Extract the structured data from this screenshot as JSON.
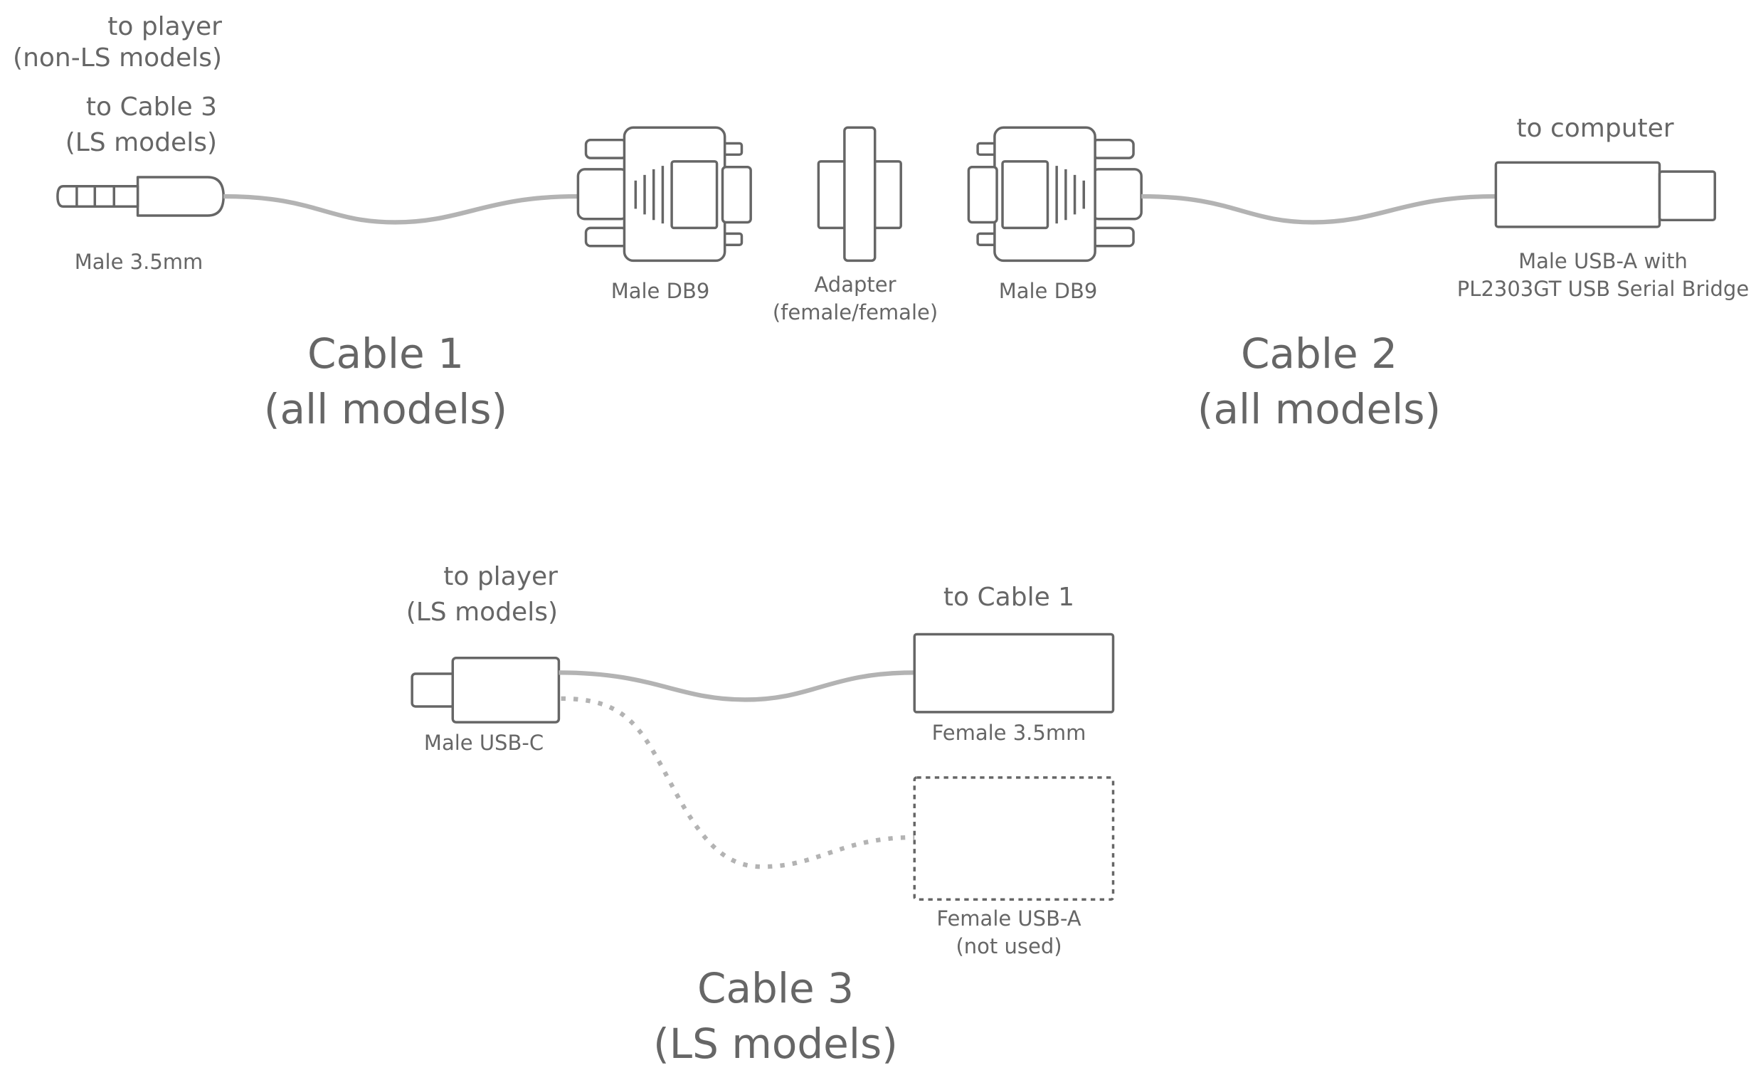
{
  "cable1": {
    "player_hint_line1": "to player",
    "player_hint_line2": "(non-LS models)",
    "cable3_hint_line1": "to Cable 3",
    "cable3_hint_line2": "(LS models)",
    "jack_label": "Male 3.5mm",
    "db9_label": "Male DB9",
    "title_line1": "Cable 1",
    "title_line2": "(all models)"
  },
  "adapter": {
    "label_line1": "Adapter",
    "label_line2": "(female/female)"
  },
  "cable2": {
    "db9_label": "Male DB9",
    "computer_hint": "to computer",
    "usb_label_line1": "Male USB-A with",
    "usb_label_line2": "PL2303GT USB Serial Bridge",
    "title_line1": "Cable 2",
    "title_line2": "(all models)"
  },
  "cable3": {
    "player_hint_line1": "to player",
    "player_hint_line2": "(LS models)",
    "usbc_label": "Male USB-C",
    "cable1_hint": "to Cable 1",
    "female_jack_label": "Female 3.5mm",
    "female_usba_label_line1": "Female USB-A",
    "female_usba_label_line2": "(not used)",
    "title_line1": "Cable 3",
    "title_line2": "(LS models)"
  },
  "colors": {
    "outline": "#666666",
    "wire": "#b3b3b3",
    "text": "#666666"
  }
}
